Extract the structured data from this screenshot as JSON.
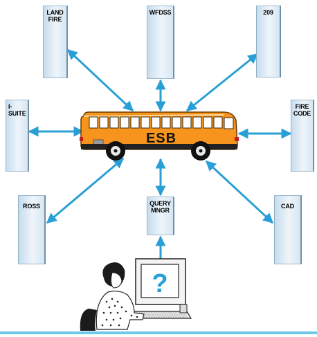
{
  "hub": {
    "label": "ESB"
  },
  "systems": {
    "landfire": {
      "label_line1": "LAND",
      "label_line2": "FIRE"
    },
    "wfdss": {
      "label": "WFDSS"
    },
    "s209": {
      "label": "209"
    },
    "isuite": {
      "label": "I-SUITE"
    },
    "firecode": {
      "label_line1": "FIRE",
      "label_line2": "CODE"
    },
    "ross": {
      "label": "ROSS"
    },
    "querymngr": {
      "label_line1": "QUERY",
      "label_line2": "MNGR"
    },
    "cad": {
      "label": "CAD"
    }
  },
  "user": {
    "screen_symbol": "?"
  },
  "colors": {
    "bus": "#f7941d",
    "arrow": "#2a9fd6",
    "box": "#dbe9f4",
    "baseline": "#6ec8e8"
  }
}
